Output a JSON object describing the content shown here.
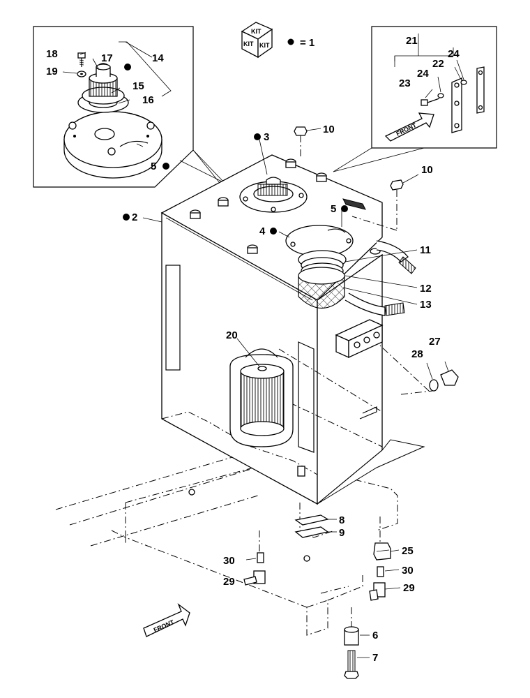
{
  "legend": {
    "kit_box": "KIT",
    "equals_text": "= 1"
  },
  "front_label": "FRONT",
  "labels": {
    "p2": "2",
    "p3": "3",
    "p4": "4",
    "p5a": "5",
    "p5b": "5",
    "p6": "6",
    "p7": "7",
    "p8": "8",
    "p9": "9",
    "p10a": "10",
    "p10b": "10",
    "p11": "11",
    "p12": "12",
    "p13": "13",
    "p14": "14",
    "p15": "15",
    "p16": "16",
    "p17": "17",
    "p18": "18",
    "p19": "19",
    "p20": "20",
    "p21": "21",
    "p22": "22",
    "p23": "23",
    "p24a": "24",
    "p24b": "24",
    "p25": "25",
    "p27": "27",
    "p28": "28",
    "p29a": "29",
    "p29b": "29",
    "p30a": "30",
    "p30b": "30"
  }
}
